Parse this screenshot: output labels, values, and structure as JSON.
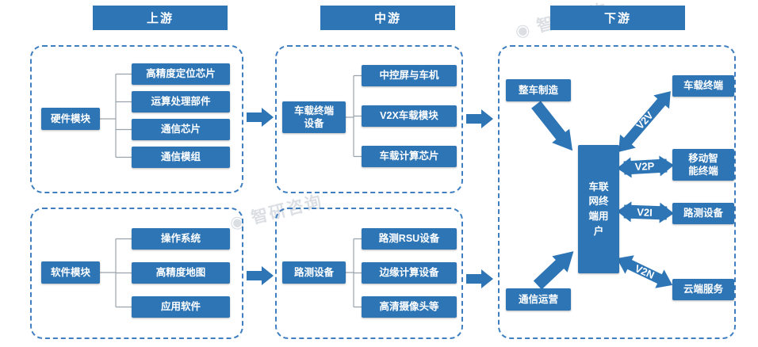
{
  "colors": {
    "box_blue": "#2E75B6",
    "dashed_border": "#3f7fc1",
    "connector_gray": "#9aa3ad",
    "watermark_gray": "#cfd5dc"
  },
  "headers": [
    "上游",
    "中游",
    "下游"
  ],
  "upstream": {
    "hardware": {
      "label": "硬件模块",
      "items": [
        "高精度定位芯片",
        "运算处理部件",
        "通信芯片",
        "通信模组"
      ]
    },
    "software": {
      "label": "软件模块",
      "items": [
        "操作系统",
        "高精度地图",
        "应用软件"
      ]
    }
  },
  "midstream": {
    "vehicle_terminal": {
      "label": "车载终端设备",
      "items": [
        "中控屏与车机",
        "V2X车载模块",
        "车载计算芯片"
      ]
    },
    "roadside": {
      "label": "路测设备",
      "items": [
        "路测RSU设备",
        "边缘计算设备",
        "高清摄像头等"
      ]
    }
  },
  "downstream": {
    "manufacturer": "整车制造",
    "telecom": "通信运营",
    "center": "车联网终端用户",
    "terminals": [
      "车载终端",
      "移动智能终端",
      "路测设备",
      "云端服务"
    ],
    "links": [
      "V2V",
      "V2P",
      "V2I",
      "V2N"
    ]
  },
  "watermark": {
    "icon": "◉",
    "text": "智研咨询"
  }
}
